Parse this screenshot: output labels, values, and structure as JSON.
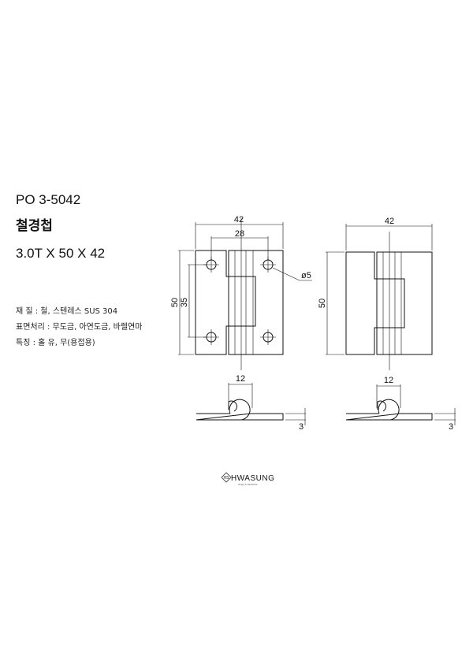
{
  "product": {
    "code": "PO 3-5042",
    "name": "철경첩",
    "size": "3.0T X 50 X 42"
  },
  "specs": [
    "재 질 : 철, 스텐레스 SUS 304",
    "표면처리 : 무도금, 아연도금, 바렐연마",
    "특징 : 홀 유, 무(용접용)"
  ],
  "drawing_left": {
    "width_dim": "42",
    "hole_pitch_dim": "28",
    "height_dim": "50",
    "hole_vertical_dim": "35",
    "hole_dia": "ø5",
    "knuckle_dim": "12",
    "thickness_dim": "3"
  },
  "drawing_right": {
    "width_dim": "42",
    "height_dim": "50",
    "knuckle_dim": "12",
    "thickness_dim": "3"
  },
  "logo": {
    "brand": "HWASUNG",
    "mark": "HS",
    "tagline": "Hinge & Hardware"
  }
}
